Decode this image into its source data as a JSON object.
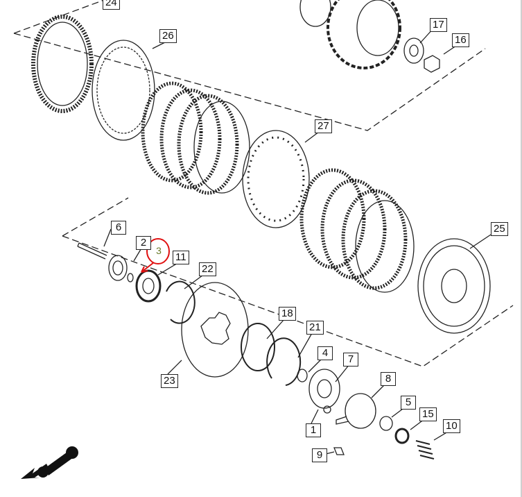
{
  "diagram": {
    "title": "Clutch assembly exploded view",
    "part_labels": [
      "24",
      "26",
      "17",
      "16",
      "27",
      "25",
      "6",
      "2",
      "3",
      "11",
      "22",
      "18",
      "21",
      "4",
      "7",
      "8",
      "5",
      "15",
      "10",
      "1",
      "9",
      "23"
    ],
    "highlight_color": "#e01010",
    "line_color": "#222222"
  }
}
